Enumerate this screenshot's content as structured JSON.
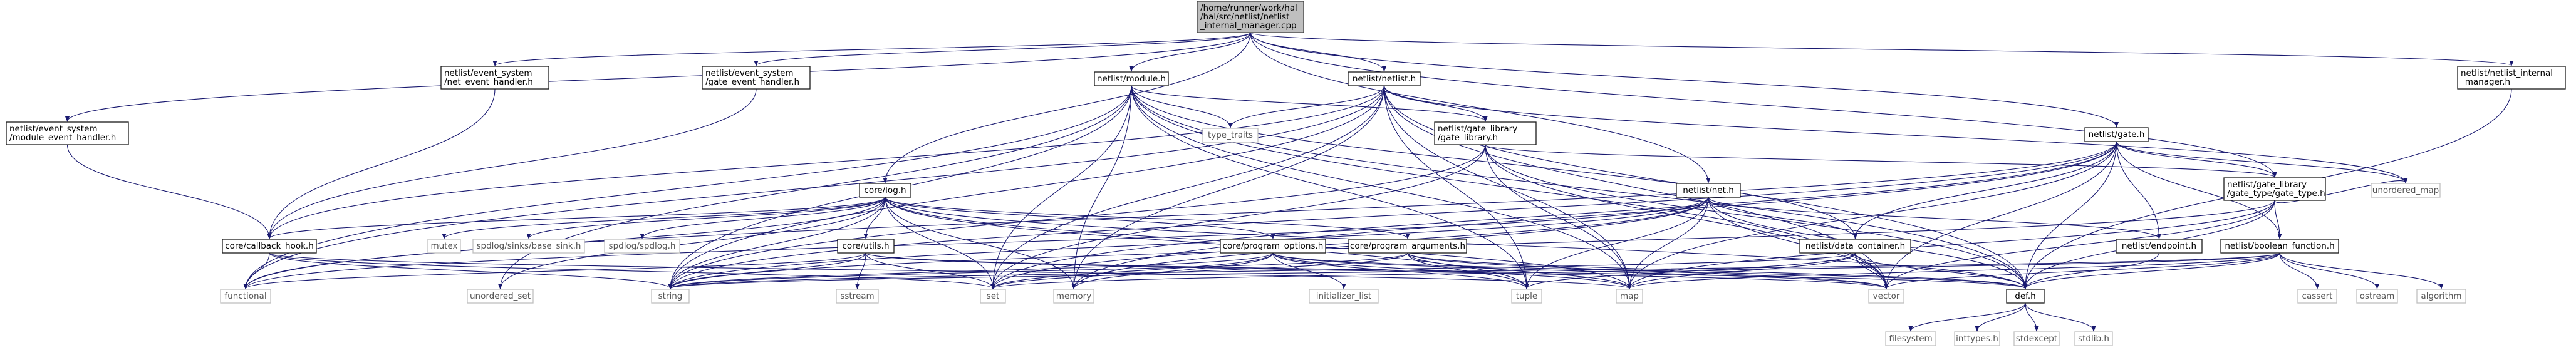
{
  "diagram": {
    "edge_color": "#191970",
    "nodes": [
      {
        "id": "root",
        "kind": "root",
        "lines": [
          "/home/runner/work/hal",
          "/hal/src/netlist/netlist",
          "_internal_manager.cpp"
        ]
      },
      {
        "id": "module_event_handler",
        "kind": "local",
        "lines": [
          "netlist/event_system",
          "/module_event_handler.h"
        ]
      },
      {
        "id": "net_event_handler",
        "kind": "local",
        "lines": [
          "netlist/event_system",
          "/net_event_handler.h"
        ]
      },
      {
        "id": "gate_event_handler",
        "kind": "local",
        "lines": [
          "netlist/event_system",
          "/gate_event_handler.h"
        ]
      },
      {
        "id": "module_h",
        "kind": "local",
        "lines": [
          "netlist/module.h"
        ]
      },
      {
        "id": "netlist_h",
        "kind": "local",
        "lines": [
          "netlist/netlist.h"
        ]
      },
      {
        "id": "internal_manager_h",
        "kind": "local",
        "lines": [
          "netlist/netlist_internal",
          "_manager.h"
        ]
      },
      {
        "id": "type_traits",
        "kind": "ext",
        "lines": [
          "type_traits"
        ]
      },
      {
        "id": "gate_library_h",
        "kind": "local",
        "lines": [
          "netlist/gate_library",
          "/gate_library.h"
        ]
      },
      {
        "id": "gate_h",
        "kind": "local",
        "lines": [
          "netlist/gate.h"
        ]
      },
      {
        "id": "log_h",
        "kind": "local",
        "lines": [
          "core/log.h"
        ]
      },
      {
        "id": "net_h",
        "kind": "local",
        "lines": [
          "netlist/net.h"
        ]
      },
      {
        "id": "gate_type_h",
        "kind": "local",
        "lines": [
          "netlist/gate_library",
          "/gate_type/gate_type.h"
        ]
      },
      {
        "id": "unordered_map",
        "kind": "ext",
        "lines": [
          "unordered_map"
        ]
      },
      {
        "id": "callback_hook",
        "kind": "local",
        "lines": [
          "core/callback_hook.h"
        ]
      },
      {
        "id": "mutex",
        "kind": "ext",
        "lines": [
          "mutex"
        ]
      },
      {
        "id": "base_sink",
        "kind": "ext",
        "lines": [
          "spdlog/sinks/base_sink.h"
        ]
      },
      {
        "id": "spdlog",
        "kind": "ext",
        "lines": [
          "spdlog/spdlog.h"
        ]
      },
      {
        "id": "utils_h",
        "kind": "local",
        "lines": [
          "core/utils.h"
        ]
      },
      {
        "id": "program_options",
        "kind": "local",
        "lines": [
          "core/program_options.h"
        ]
      },
      {
        "id": "program_arguments",
        "kind": "local",
        "lines": [
          "core/program_arguments.h"
        ]
      },
      {
        "id": "data_container",
        "kind": "local",
        "lines": [
          "netlist/data_container.h"
        ]
      },
      {
        "id": "endpoint_h",
        "kind": "local",
        "lines": [
          "netlist/endpoint.h"
        ]
      },
      {
        "id": "boolean_function",
        "kind": "local",
        "lines": [
          "netlist/boolean_function.h"
        ]
      },
      {
        "id": "functional",
        "kind": "ext",
        "lines": [
          "functional"
        ]
      },
      {
        "id": "unordered_set",
        "kind": "ext",
        "lines": [
          "unordered_set"
        ]
      },
      {
        "id": "string",
        "kind": "ext",
        "lines": [
          "string"
        ]
      },
      {
        "id": "sstream",
        "kind": "ext",
        "lines": [
          "sstream"
        ]
      },
      {
        "id": "set",
        "kind": "ext",
        "lines": [
          "set"
        ]
      },
      {
        "id": "memory",
        "kind": "ext",
        "lines": [
          "memory"
        ]
      },
      {
        "id": "initializer_list",
        "kind": "ext",
        "lines": [
          "initializer_list"
        ]
      },
      {
        "id": "tuple",
        "kind": "ext",
        "lines": [
          "tuple"
        ]
      },
      {
        "id": "map",
        "kind": "ext",
        "lines": [
          "map"
        ]
      },
      {
        "id": "vector",
        "kind": "ext",
        "lines": [
          "vector"
        ]
      },
      {
        "id": "def_h",
        "kind": "local",
        "lines": [
          "def.h"
        ]
      },
      {
        "id": "cassert",
        "kind": "ext",
        "lines": [
          "cassert"
        ]
      },
      {
        "id": "ostream",
        "kind": "ext",
        "lines": [
          "ostream"
        ]
      },
      {
        "id": "algorithm",
        "kind": "ext",
        "lines": [
          "algorithm"
        ]
      },
      {
        "id": "filesystem",
        "kind": "ext",
        "lines": [
          "filesystem"
        ]
      },
      {
        "id": "inttypes",
        "kind": "ext",
        "lines": [
          "inttypes.h"
        ]
      },
      {
        "id": "stdexcept",
        "kind": "ext",
        "lines": [
          "stdexcept"
        ]
      },
      {
        "id": "stdlib",
        "kind": "ext",
        "lines": [
          "stdlib.h"
        ]
      }
    ],
    "edges": [
      [
        "root",
        "module_event_handler"
      ],
      [
        "root",
        "net_event_handler"
      ],
      [
        "root",
        "gate_event_handler"
      ],
      [
        "root",
        "module_h"
      ],
      [
        "root",
        "netlist_h"
      ],
      [
        "root",
        "internal_manager_h"
      ],
      [
        "root",
        "gate_h"
      ],
      [
        "root",
        "log_h"
      ],
      [
        "root",
        "net_h"
      ],
      [
        "root",
        "gate_type_h"
      ],
      [
        "module_event_handler",
        "callback_hook"
      ],
      [
        "net_event_handler",
        "callback_hook"
      ],
      [
        "gate_event_handler",
        "callback_hook"
      ],
      [
        "module_h",
        "type_traits"
      ],
      [
        "module_h",
        "gate_library_h"
      ],
      [
        "module_h",
        "set"
      ],
      [
        "module_h",
        "memory"
      ],
      [
        "module_h",
        "map"
      ],
      [
        "module_h",
        "vector"
      ],
      [
        "module_h",
        "functional"
      ],
      [
        "module_h",
        "string"
      ],
      [
        "module_h",
        "data_container"
      ],
      [
        "module_h",
        "def_h"
      ],
      [
        "module_h",
        "unordered_set"
      ],
      [
        "module_h",
        "tuple"
      ],
      [
        "netlist_h",
        "type_traits"
      ],
      [
        "netlist_h",
        "gate_library_h"
      ],
      [
        "netlist_h",
        "unordered_map"
      ],
      [
        "netlist_h",
        "set"
      ],
      [
        "netlist_h",
        "memory"
      ],
      [
        "netlist_h",
        "tuple"
      ],
      [
        "netlist_h",
        "map"
      ],
      [
        "netlist_h",
        "vector"
      ],
      [
        "netlist_h",
        "functional"
      ],
      [
        "netlist_h",
        "string"
      ],
      [
        "netlist_h",
        "def_h"
      ],
      [
        "netlist_h",
        "callback_hook"
      ],
      [
        "internal_manager_h",
        "def_h"
      ],
      [
        "gate_library_h",
        "gate_type_h"
      ],
      [
        "gate_library_h",
        "map"
      ],
      [
        "gate_library_h",
        "set"
      ],
      [
        "gate_library_h",
        "string"
      ],
      [
        "gate_library_h",
        "def_h"
      ],
      [
        "gate_library_h",
        "vector"
      ],
      [
        "gate_h",
        "gate_type_h"
      ],
      [
        "gate_h",
        "unordered_map"
      ],
      [
        "gate_h",
        "data_container"
      ],
      [
        "gate_h",
        "endpoint_h"
      ],
      [
        "gate_h",
        "boolean_function"
      ],
      [
        "gate_h",
        "def_h"
      ],
      [
        "gate_h",
        "map"
      ],
      [
        "gate_h",
        "vector"
      ],
      [
        "gate_h",
        "set"
      ],
      [
        "gate_h",
        "string"
      ],
      [
        "gate_h",
        "memory"
      ],
      [
        "gate_h",
        "functional"
      ],
      [
        "log_h",
        "callback_hook"
      ],
      [
        "log_h",
        "mutex"
      ],
      [
        "log_h",
        "base_sink"
      ],
      [
        "log_h",
        "spdlog"
      ],
      [
        "log_h",
        "utils_h"
      ],
      [
        "log_h",
        "program_options"
      ],
      [
        "log_h",
        "program_arguments"
      ],
      [
        "log_h",
        "set"
      ],
      [
        "log_h",
        "map"
      ],
      [
        "log_h",
        "string"
      ],
      [
        "log_h",
        "functional"
      ],
      [
        "log_h",
        "memory"
      ],
      [
        "log_h",
        "unordered_set"
      ],
      [
        "log_h",
        "def_h"
      ],
      [
        "log_h",
        "tuple"
      ],
      [
        "net_h",
        "data_container"
      ],
      [
        "net_h",
        "endpoint_h"
      ],
      [
        "net_h",
        "def_h"
      ],
      [
        "net_h",
        "set"
      ],
      [
        "net_h",
        "vector"
      ],
      [
        "net_h",
        "memory"
      ],
      [
        "net_h",
        "string"
      ],
      [
        "net_h",
        "functional"
      ],
      [
        "net_h",
        "map"
      ],
      [
        "net_h",
        "tuple"
      ],
      [
        "gate_type_h",
        "boolean_function"
      ],
      [
        "gate_type_h",
        "unordered_map"
      ],
      [
        "gate_type_h",
        "def_h"
      ],
      [
        "gate_type_h",
        "map"
      ],
      [
        "gate_type_h",
        "vector"
      ],
      [
        "gate_type_h",
        "string"
      ],
      [
        "callback_hook",
        "functional"
      ],
      [
        "callback_hook",
        "set"
      ],
      [
        "callback_hook",
        "string"
      ],
      [
        "callback_hook",
        "map"
      ],
      [
        "utils_h",
        "functional"
      ],
      [
        "utils_h",
        "string"
      ],
      [
        "utils_h",
        "sstream"
      ],
      [
        "utils_h",
        "set"
      ],
      [
        "utils_h",
        "vector"
      ],
      [
        "utils_h",
        "def_h"
      ],
      [
        "program_options",
        "initializer_list"
      ],
      [
        "program_options",
        "set"
      ],
      [
        "program_options",
        "string"
      ],
      [
        "program_options",
        "memory"
      ],
      [
        "program_options",
        "map"
      ],
      [
        "program_options",
        "tuple"
      ],
      [
        "program_options",
        "vector"
      ],
      [
        "program_options",
        "def_h"
      ],
      [
        "program_arguments",
        "tuple"
      ],
      [
        "program_arguments",
        "map"
      ],
      [
        "program_arguments",
        "string"
      ],
      [
        "program_arguments",
        "vector"
      ],
      [
        "program_arguments",
        "def_h"
      ],
      [
        "program_arguments",
        "set"
      ],
      [
        "data_container",
        "vector"
      ],
      [
        "data_container",
        "def_h"
      ],
      [
        "data_container",
        "map"
      ],
      [
        "data_container",
        "string"
      ],
      [
        "data_container",
        "tuple"
      ],
      [
        "endpoint_h",
        "def_h"
      ],
      [
        "boolean_function",
        "cassert"
      ],
      [
        "boolean_function",
        "ostream"
      ],
      [
        "boolean_function",
        "algorithm"
      ],
      [
        "boolean_function",
        "def_h"
      ],
      [
        "boolean_function",
        "map"
      ],
      [
        "boolean_function",
        "vector"
      ],
      [
        "boolean_function",
        "set"
      ],
      [
        "boolean_function",
        "string"
      ],
      [
        "def_h",
        "filesystem"
      ],
      [
        "def_h",
        "inttypes"
      ],
      [
        "def_h",
        "stdexcept"
      ],
      [
        "def_h",
        "stdlib"
      ]
    ]
  }
}
